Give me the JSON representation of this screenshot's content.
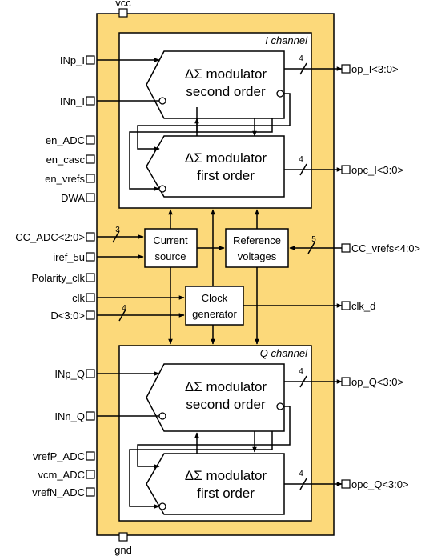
{
  "colors": {
    "chip_fill": "#fcd97a",
    "chip_border": "#000000",
    "inner_fill": "#ffffff"
  },
  "supply": {
    "top": "vcc",
    "bottom": "gnd"
  },
  "i_channel": {
    "label": "I channel",
    "mod2": {
      "line1": "ΔΣ modulator",
      "line2": "second order",
      "bus": "4"
    },
    "mod1": {
      "line1": "ΔΣ modulator",
      "line2": "first order",
      "bus": "4"
    }
  },
  "q_channel": {
    "label": "Q channel",
    "mod2": {
      "line1": "ΔΣ modulator",
      "line2": "second order",
      "bus": "4"
    },
    "mod1": {
      "line1": "ΔΣ modulator",
      "line2": "first order",
      "bus": "4"
    }
  },
  "blocks": {
    "current_source": {
      "line1": "Current",
      "line2": "source"
    },
    "reference": {
      "line1": "Reference",
      "line2": "voltages"
    },
    "clock": {
      "line1": "Clock",
      "line2": "generator"
    }
  },
  "bus_widths": {
    "cc_adc": "3",
    "cc_vrefs": "5",
    "d": "4"
  },
  "left_pins": {
    "inp_i": "INp_I",
    "inn_i": "INn_I",
    "en_adc": "en_ADC",
    "en_casc": "en_casc",
    "en_vrefs": "en_vrefs",
    "dwa": "DWA",
    "cc_adc": "CC_ADC<2:0>",
    "iref": "iref_5u",
    "polarity": "Polarity_clk",
    "clk": "clk",
    "d": "D<3:0>",
    "inp_q": "INp_Q",
    "inn_q": "INn_Q",
    "vrefp": "vrefP_ADC",
    "vcm": "vcm_ADC",
    "vrefn": "vrefN_ADC"
  },
  "right_pins": {
    "op_i": "op_I<3:0>",
    "opc_i": "opc_I<3:0>",
    "cc_vrefs": "CC_vrefs<4:0>",
    "clk_d": "clk_d",
    "op_q": "op_Q<3:0>",
    "opc_q": "opc_Q<3:0>"
  }
}
